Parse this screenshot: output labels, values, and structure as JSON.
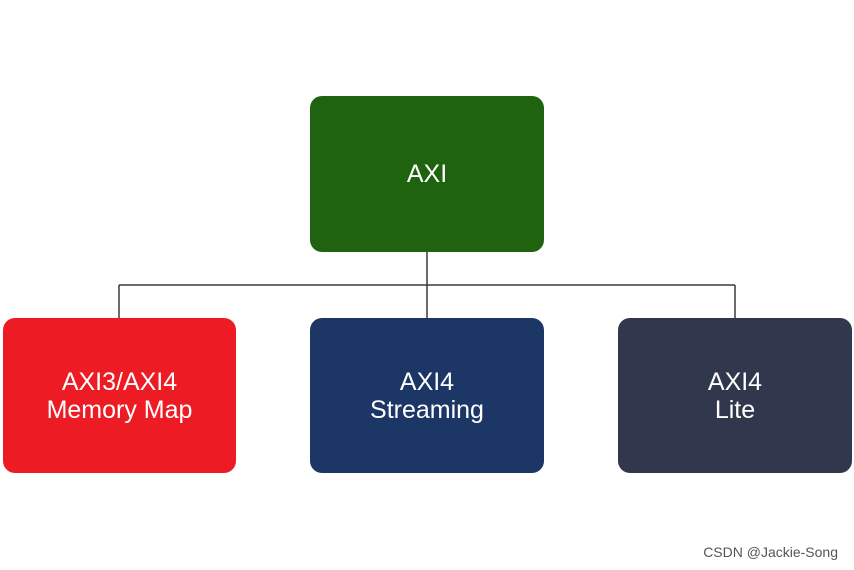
{
  "diagram": {
    "root": {
      "label": "AXI",
      "color": "#1f620f"
    },
    "children": [
      {
        "line1": "AXI3/AXI4",
        "line2": "Memory Map",
        "color": "#ed1c24"
      },
      {
        "line1": "AXI4",
        "line2": "Streaming",
        "color": "#1c3766"
      },
      {
        "line1": "AXI4",
        "line2": "Lite",
        "color": "#31374c"
      }
    ],
    "connector_color": "#3a3a3a"
  },
  "watermark": "CSDN @Jackie-Song"
}
